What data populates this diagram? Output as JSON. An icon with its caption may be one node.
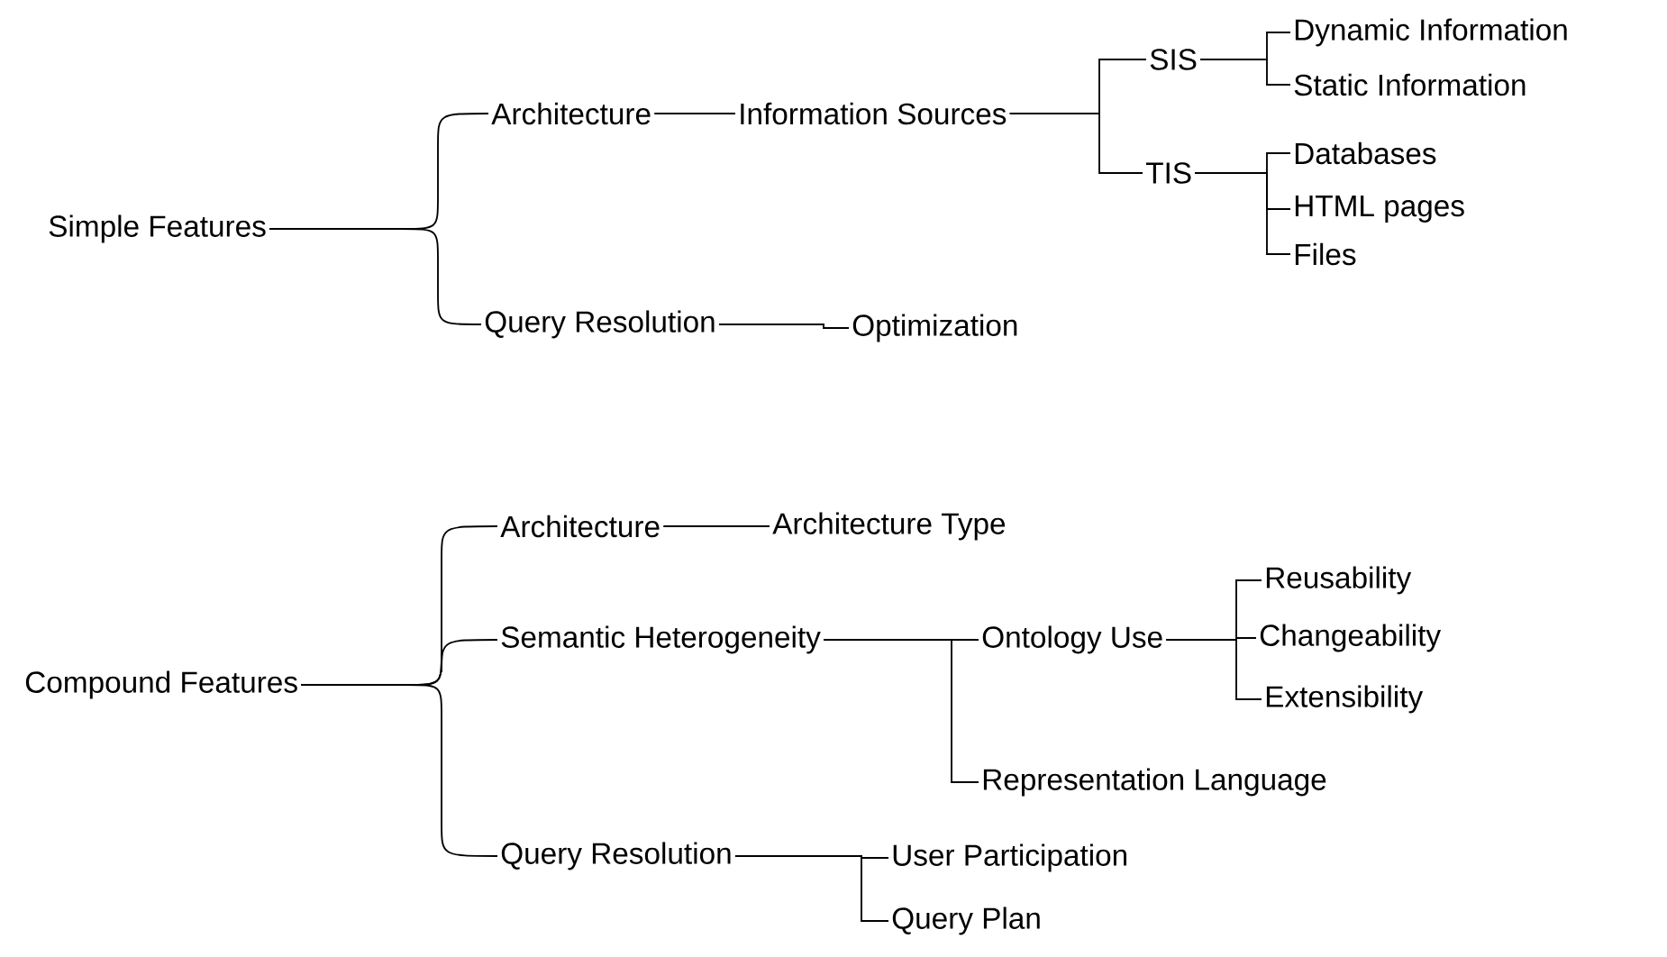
{
  "diagram": {
    "nodes": [
      {
        "text": [
          "Simple Features"
        ]
      },
      {
        "text": [
          "Architecture"
        ]
      },
      {
        "text": [
          "Information Sources"
        ]
      },
      {
        "text": [
          "SIS"
        ]
      },
      {
        "text": [
          "Dynamic Information"
        ]
      },
      {
        "text": [
          "Static Information"
        ]
      },
      {
        "text": [
          "TIS"
        ]
      },
      {
        "text": [
          "Databases"
        ]
      },
      {
        "text": [
          "HTML pages"
        ]
      },
      {
        "text": [
          "Files"
        ]
      },
      {
        "text": [
          "Query Resolution"
        ]
      },
      {
        "text": [
          "Optimization"
        ]
      },
      {
        "text": [
          "Compound Features"
        ]
      },
      {
        "text": [
          "Architecture"
        ]
      },
      {
        "text": [
          "Architecture Type"
        ]
      },
      {
        "text": [
          "Semantic Heterogeneity"
        ]
      },
      {
        "text": [
          "Ontology Use"
        ]
      },
      {
        "text": [
          "Reusability"
        ]
      },
      {
        "text": [
          "Changeability"
        ]
      },
      {
        "text": [
          "Extensibility"
        ]
      },
      {
        "text": [
          "Representation Language"
        ]
      },
      {
        "text": [
          "Query Resolution"
        ]
      },
      {
        "text": [
          "User Participation"
        ]
      },
      {
        "text": [
          "Query Plan"
        ]
      }
    ],
    "edges": [
      {
        "from": 0,
        "to": 1,
        "arrow": "none"
      },
      {
        "from": 0,
        "to": 10,
        "arrow": "none"
      },
      {
        "from": 1,
        "to": 2,
        "arrow": "none"
      },
      {
        "from": 2,
        "to": 3,
        "arrow": "none"
      },
      {
        "from": 2,
        "to": 6,
        "arrow": "none"
      },
      {
        "from": 3,
        "to": 4,
        "arrow": "none"
      },
      {
        "from": 3,
        "to": 5,
        "arrow": "none"
      },
      {
        "from": 6,
        "to": 7,
        "arrow": "none"
      },
      {
        "from": 6,
        "to": 8,
        "arrow": "none"
      },
      {
        "from": 6,
        "to": 9,
        "arrow": "none"
      },
      {
        "from": 10,
        "to": 11,
        "arrow": "none"
      },
      {
        "from": 12,
        "to": 13,
        "arrow": "none"
      },
      {
        "from": 12,
        "to": 15,
        "arrow": "none"
      },
      {
        "from": 12,
        "to": 21,
        "arrow": "none"
      },
      {
        "from": 13,
        "to": 14,
        "arrow": "none"
      },
      {
        "from": 15,
        "to": 16,
        "arrow": "none"
      },
      {
        "from": 15,
        "to": 20,
        "arrow": "none"
      },
      {
        "from": 16,
        "to": 17,
        "arrow": "none"
      },
      {
        "from": 16,
        "to": 18,
        "arrow": "none"
      },
      {
        "from": 16,
        "to": 19,
        "arrow": "none"
      },
      {
        "from": 21,
        "to": 22,
        "arrow": "none"
      },
      {
        "from": 21,
        "to": 23,
        "arrow": "none"
      }
    ]
  }
}
